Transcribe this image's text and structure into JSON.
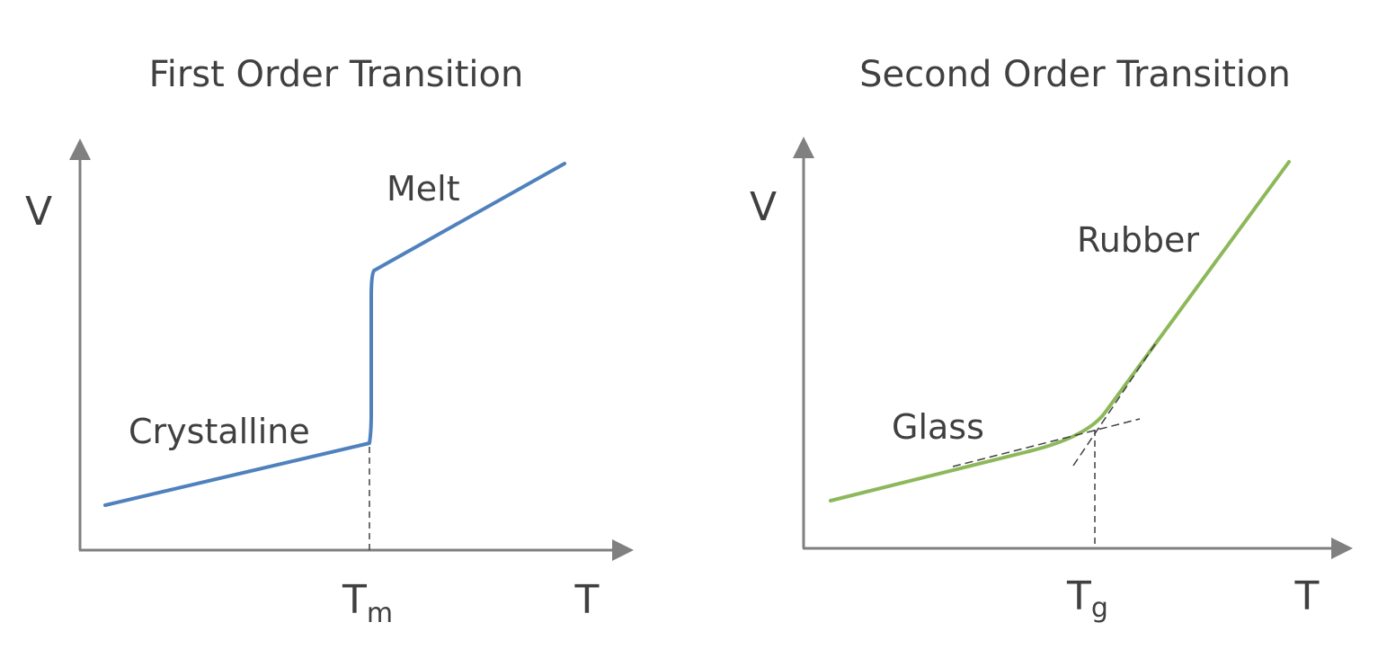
{
  "colors": {
    "text": "#404040",
    "axis": "#808080",
    "first_order_curve": "#4f81bd",
    "second_order_curve": "#8db85a",
    "guide": "#404040"
  },
  "first_order": {
    "title": "First Order Transition",
    "y_axis_label": "V",
    "x_axis_label": "T",
    "region_low": "Crystalline",
    "region_high": "Melt",
    "transition_tick": {
      "main": "T",
      "sub": "m"
    }
  },
  "second_order": {
    "title": "Second Order Transition",
    "y_axis_label": "V",
    "x_axis_label": "T",
    "region_low": "Glass",
    "region_high": "Rubber",
    "transition_tick": {
      "main": "T",
      "sub": "g"
    }
  }
}
